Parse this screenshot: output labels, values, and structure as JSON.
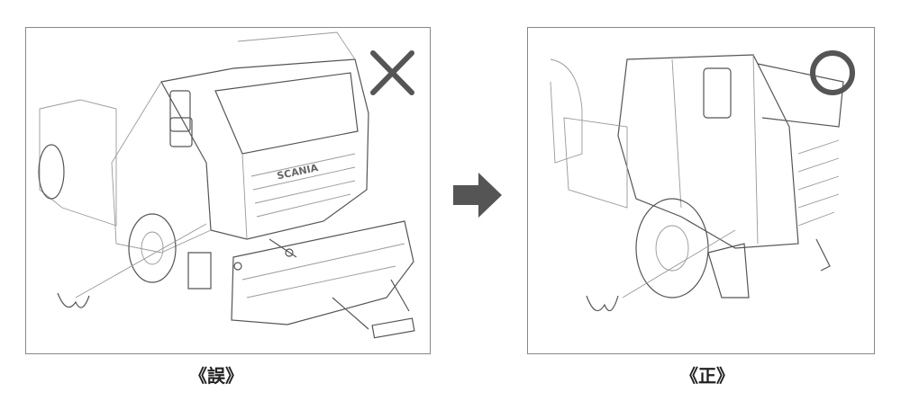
{
  "panels": {
    "wrong": {
      "caption": "《誤》",
      "mark_icon": "cross-mark-icon",
      "grille_logo": "SCANIA"
    },
    "correct": {
      "caption": "《正》",
      "mark_icon": "circle-mark-icon"
    }
  },
  "arrow_icon": "arrow-right-icon",
  "colors": {
    "mark": "#555555",
    "arrow": "#555555",
    "line": "#555555"
  }
}
